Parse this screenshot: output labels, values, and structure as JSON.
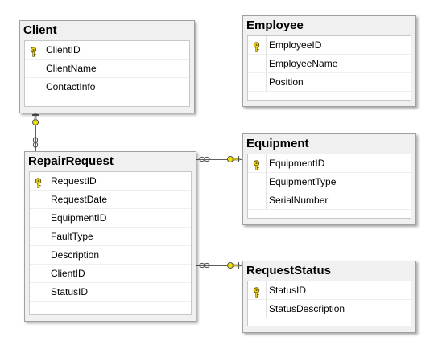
{
  "tables": {
    "client": {
      "name": "Client",
      "columns": [
        {
          "label": "ClientID",
          "key": true
        },
        {
          "label": "ClientName",
          "key": false
        },
        {
          "label": "ContactInfo",
          "key": false
        }
      ]
    },
    "employee": {
      "name": "Employee",
      "columns": [
        {
          "label": "EmployeeID",
          "key": true
        },
        {
          "label": "EmployeeName",
          "key": false
        },
        {
          "label": "Position",
          "key": false
        }
      ]
    },
    "repairrequest": {
      "name": "RepairRequest",
      "columns": [
        {
          "label": "RequestID",
          "key": true
        },
        {
          "label": "RequestDate",
          "key": false
        },
        {
          "label": "EquipmentID",
          "key": false
        },
        {
          "label": "FaultType",
          "key": false
        },
        {
          "label": "Description",
          "key": false
        },
        {
          "label": "ClientID",
          "key": false
        },
        {
          "label": "StatusID",
          "key": false
        }
      ]
    },
    "equipment": {
      "name": "Equipment",
      "columns": [
        {
          "label": "EquipmentID",
          "key": true
        },
        {
          "label": "EquipmentType",
          "key": false
        },
        {
          "label": "SerialNumber",
          "key": false
        }
      ]
    },
    "requeststatus": {
      "name": "RequestStatus",
      "columns": [
        {
          "label": "StatusID",
          "key": true
        },
        {
          "label": "StatusDescription",
          "key": false
        }
      ]
    }
  },
  "relationships": [
    {
      "from": "RepairRequest",
      "to": "Client"
    },
    {
      "from": "RepairRequest",
      "to": "Equipment"
    },
    {
      "from": "RepairRequest",
      "to": "RequestStatus"
    }
  ],
  "colors": {
    "key_icon": "#e8d21c",
    "line": "#606060",
    "connector": "#f0e000"
  }
}
